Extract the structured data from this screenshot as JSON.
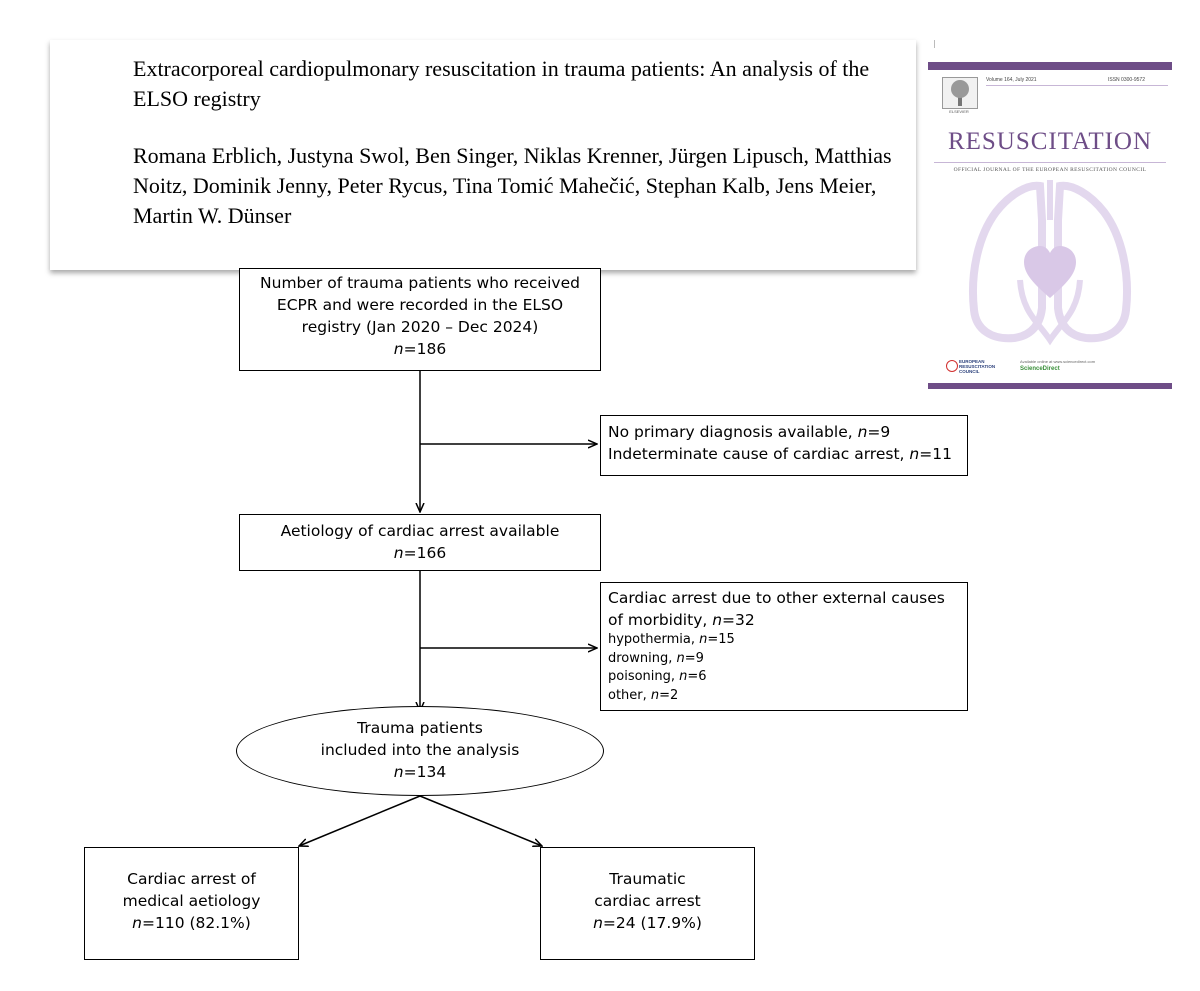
{
  "paper": {
    "title": "Extracorporeal cardiopulmonary resuscitation in trauma patients: An analysis of the ELSO registry",
    "authors": "Romana Erblich, Justyna Swol, Ben Singer, Niklas Krenner, Jürgen Lipusch, Matthias Noitz, Dominik Jenny, Peter Rycus, Tina Tomić Mahečić, Stephan Kalb, Jens Meier, Martin W. Dünser"
  },
  "journal_cover": {
    "publisher": "ELSEVIER",
    "volume": "Volume 164, July 2021",
    "issn": "ISSN 0300-9572",
    "title": "RESUSCITATION",
    "subtitle": "OFFICIAL JOURNAL OF THE EUROPEAN RESUSCITATION COUNCIL",
    "council": [
      "EUROPEAN",
      "RESUSCITATION",
      "COUNCIL"
    ],
    "available_online": "Available online at www.sciencedirect.com",
    "sciencedirect": "ScienceDirect",
    "colors": {
      "band": "#6e4d87",
      "art": "#e3d8ee",
      "heart": "#d9c8e7"
    }
  },
  "flowchart": {
    "start": {
      "lines": [
        "Number of trauma patients who received",
        "ECPR and were recorded in the ELSO",
        "registry (Jan 2020 – Dec 2024)"
      ],
      "n_label": "n",
      "n_value": "=186"
    },
    "exclusion1": {
      "line1_text": "No primary diagnosis available, ",
      "line1_n": "n",
      "line1_value": "=9",
      "line2_text": "Indeterminate cause of cardiac arrest, ",
      "line2_n": "n",
      "line2_value": "=11"
    },
    "aetiology": {
      "line": "Aetiology of cardiac arrest available",
      "n_label": "n",
      "n_value": "=166"
    },
    "exclusion2": {
      "line1": "Cardiac arrest due to other external causes",
      "line2_text": "of morbidity, ",
      "line2_n": "n",
      "line2_value": "=32",
      "items": [
        {
          "label": "hypothermia, ",
          "n": "n",
          "value": "=15"
        },
        {
          "label": "drowning, ",
          "n": "n",
          "value": "=9"
        },
        {
          "label": "poisoning, ",
          "n": "n",
          "value": "=6"
        },
        {
          "label": "other, ",
          "n": "n",
          "value": "=2"
        }
      ]
    },
    "included": {
      "lines": [
        "Trauma patients",
        "included into the analysis"
      ],
      "n_label": "n",
      "n_value": "=134"
    },
    "medical": {
      "lines": [
        "Cardiac arrest of",
        "medical aetiology"
      ],
      "n_label": "n",
      "n_value": "=110 (82.1%)"
    },
    "traumatic": {
      "lines": [
        "Traumatic",
        "cardiac arrest"
      ],
      "n_label": "n",
      "n_value": "=24 (17.9%)"
    }
  }
}
